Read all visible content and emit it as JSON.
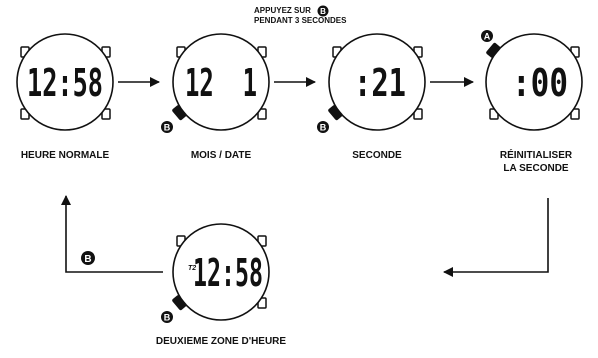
{
  "instruction": {
    "line1": "APPUYEZ SUR",
    "line1_button": "B",
    "line2": "PENDANT 3 SECONDES"
  },
  "watches": [
    {
      "id": "heure-normale",
      "display": "12:58",
      "caption": "HEURE NORMALE"
    },
    {
      "id": "mois-date",
      "display": "12  1",
      "caption": "MOIS / DATE",
      "button": "B"
    },
    {
      "id": "seconde",
      "display": ":21",
      "caption": "SECONDE",
      "button": "B"
    },
    {
      "id": "reinitialiser",
      "display": ":00",
      "caption_line1": "RÉINITIALISER",
      "caption_line2": "LA SECONDE",
      "button": "A"
    },
    {
      "id": "deuxieme-zone",
      "display": "12:58",
      "indicator": "T2",
      "caption": "DEUXIEME ZONE D'HEURE",
      "button": "B"
    }
  ],
  "return_button": "B",
  "colors": {
    "ink": "#111111",
    "background": "#ffffff"
  }
}
